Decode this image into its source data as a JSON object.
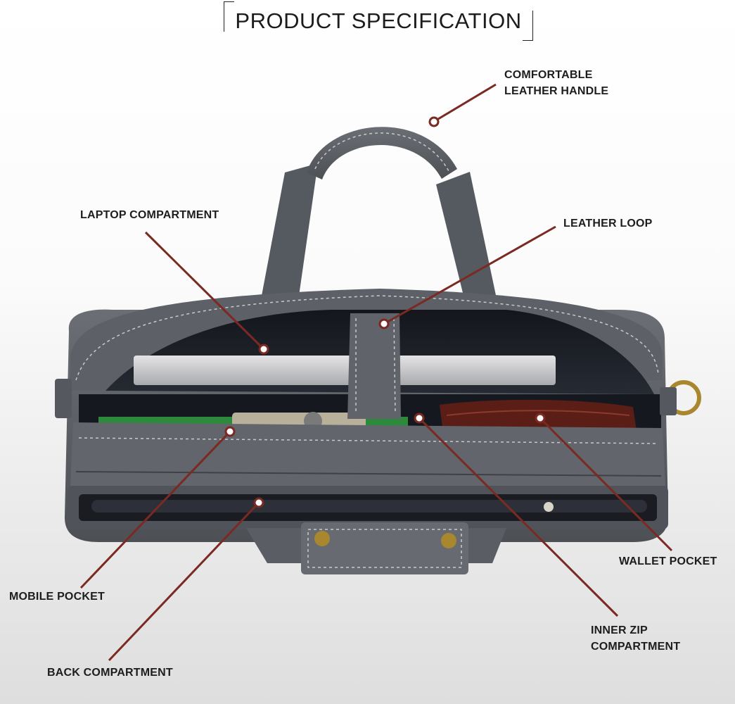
{
  "title": "PRODUCT SPECIFICATION",
  "colors": {
    "pointer": "#7a2a22",
    "leather": "#5d6066",
    "leather_dark": "#3f4247",
    "stitch": "#c9c9c9",
    "wallet": "#5a1e16",
    "brass": "#a8872f"
  },
  "labels": {
    "handle": {
      "line1": "COMFORTABLE",
      "line2": "LEATHER HANDLE"
    },
    "laptop": "LAPTOP COMPARTMENT",
    "loop": "LEATHER LOOP",
    "wallet": "WALLET POCKET",
    "mobile": "MOBILE POCKET",
    "zip": {
      "line1": "INNER ZIP",
      "line2": "COMPARTMENT"
    },
    "back": "BACK COMPARTMENT"
  }
}
